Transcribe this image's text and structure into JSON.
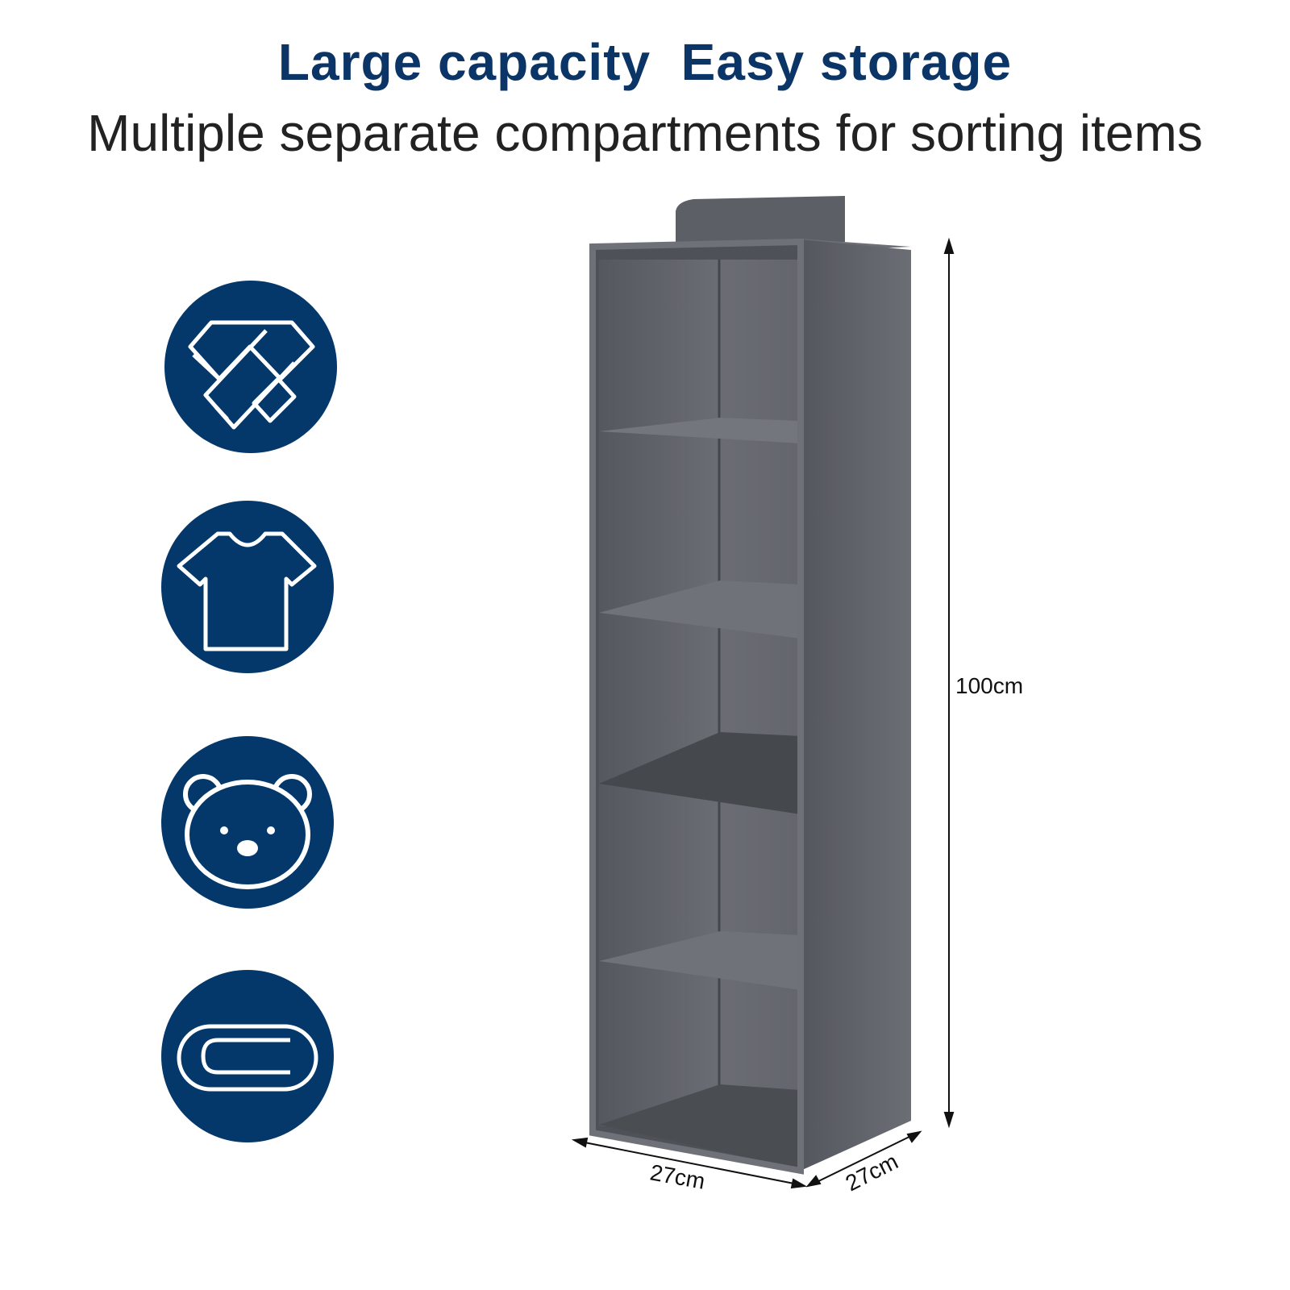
{
  "header": {
    "title": "Large capacity  Easy storage",
    "subtitle": "Multiple separate compartments for sorting items"
  },
  "icons": [
    {
      "name": "scarf-icon"
    },
    {
      "name": "tshirt-icon"
    },
    {
      "name": "teddy-bear-icon"
    },
    {
      "name": "folded-blanket-icon"
    }
  ],
  "dimensions": {
    "height": "100cm",
    "width": "27cm",
    "depth": "27cm"
  },
  "colors": {
    "icon_circle": "#04386b",
    "product": "#5f6268",
    "title": "#0b3566"
  }
}
